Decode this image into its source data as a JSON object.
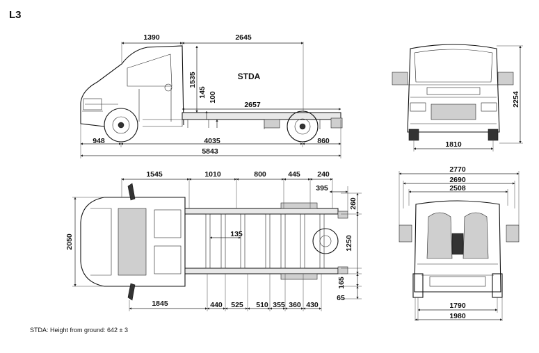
{
  "title": "L3",
  "note": "STDA: Height from ground: 642 ± 3",
  "label_stda": "STDA",
  "side_view": {
    "front_overhang_cab": "1390",
    "cab_to_frame_end": "2645",
    "cab_height": "1535",
    "height_145": "145",
    "height_100": "100",
    "frame_length": "2657",
    "front_overhang": "948",
    "wheelbase": "4035",
    "rear_overhang": "860",
    "overall_length": "5843"
  },
  "front_view": {
    "overall_height": "2254",
    "track_width": "1810"
  },
  "top_view": {
    "seg_1545": "1545",
    "seg_1010": "1010",
    "seg_800": "800",
    "seg_445": "445",
    "seg_240": "240",
    "seg_395": "395",
    "seg_260": "260",
    "width_2050": "2050",
    "seg_135": "135",
    "width_1250": "1250",
    "seg_165": "165",
    "seg_65": "65",
    "seg_1845": "1845",
    "seg_440": "440",
    "seg_525": "525",
    "seg_510": "510",
    "seg_355": "355",
    "seg_360": "360",
    "seg_430": "430"
  },
  "rear_view": {
    "width_mirrors": "2770",
    "width_2690": "2690",
    "width_2508": "2508",
    "width_1790": "1790",
    "width_1980": "1980"
  }
}
